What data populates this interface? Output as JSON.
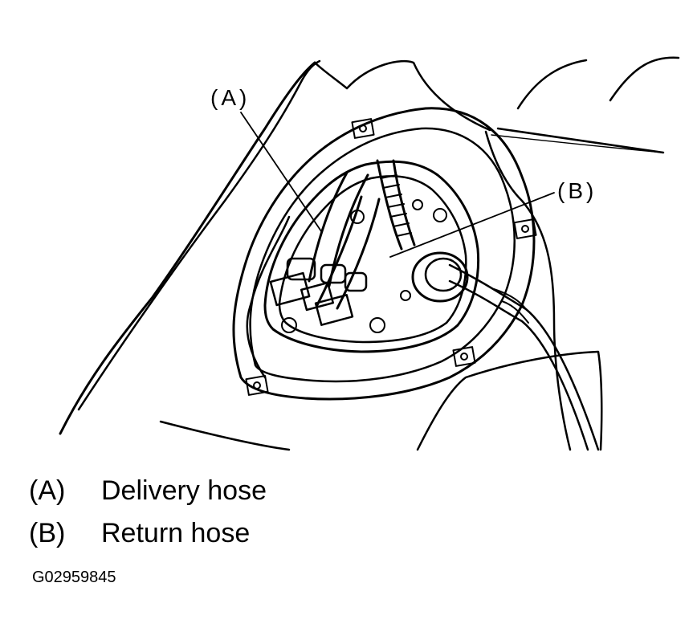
{
  "callouts": [
    {
      "key": "(A)"
    },
    {
      "key": "(B)"
    }
  ],
  "legend": [
    {
      "key": "(A)",
      "label": "Delivery hose"
    },
    {
      "key": "(B)",
      "label": "Return hose"
    }
  ],
  "figure_id": "G02959845"
}
